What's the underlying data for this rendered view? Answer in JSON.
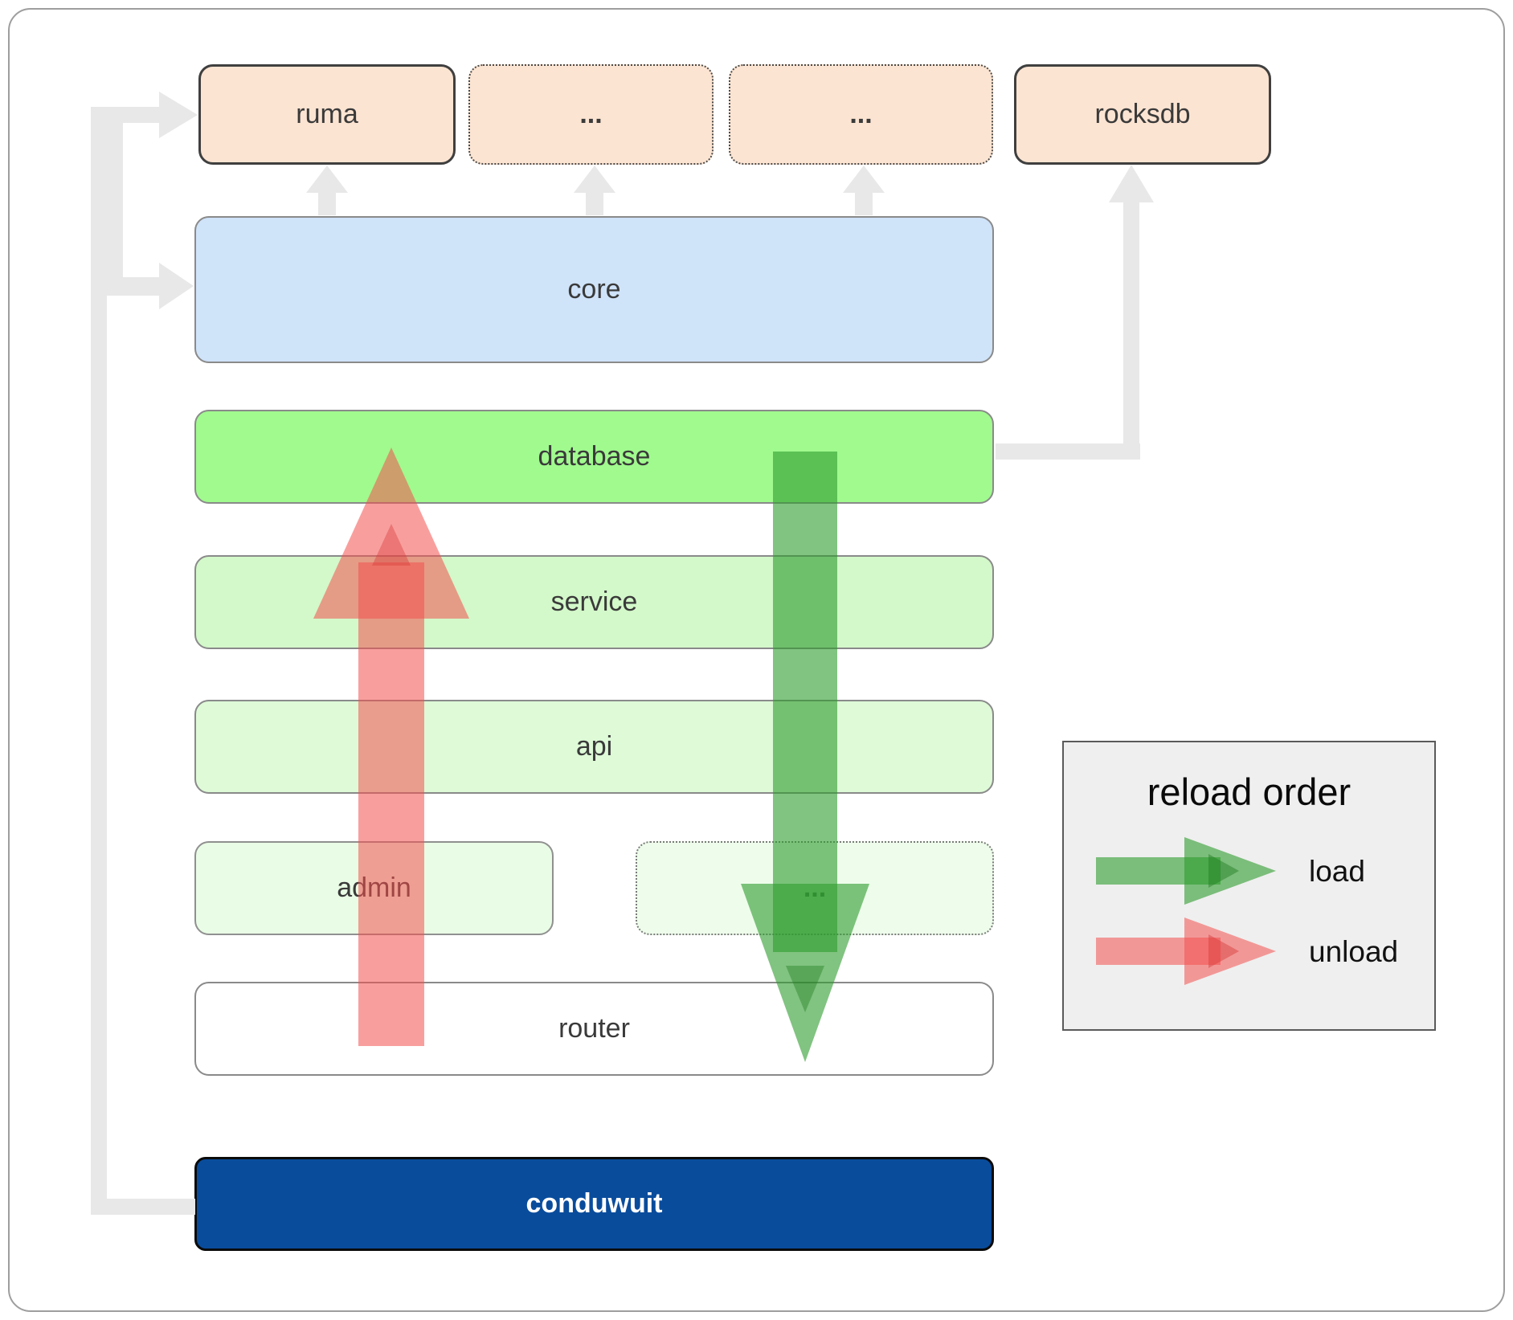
{
  "diagram": {
    "nodes": {
      "ruma": {
        "label": "ruma"
      },
      "ellipsis_top_1": {
        "label": "..."
      },
      "ellipsis_top_2": {
        "label": "..."
      },
      "rocksdb": {
        "label": "rocksdb"
      },
      "core": {
        "label": "core"
      },
      "database": {
        "label": "database"
      },
      "service": {
        "label": "service"
      },
      "api": {
        "label": "api"
      },
      "admin": {
        "label": "admin"
      },
      "ellipsis_bottom": {
        "label": "..."
      },
      "router": {
        "label": "router"
      },
      "conduwuit": {
        "label": "conduwuit"
      }
    },
    "colors": {
      "crate_fill": "#fce4d2",
      "core_fill": "#cfe3f9",
      "database_fill": "#a0fa8e",
      "service_fill": "#d3f8c9",
      "api_fill": "#defad7",
      "admin_fill": "#e9fce5",
      "ellipsis_bottom_fill": "#eefdeb",
      "router_fill": "#ffffff",
      "conduwuit_fill": "#094c9c",
      "connector_gray": "#e8e8e8",
      "load_green": "#2d9b2d",
      "unload_red": "#f2504e"
    }
  },
  "legend": {
    "title": "reload order",
    "items": [
      {
        "label": "load"
      },
      {
        "label": "unload"
      }
    ]
  }
}
